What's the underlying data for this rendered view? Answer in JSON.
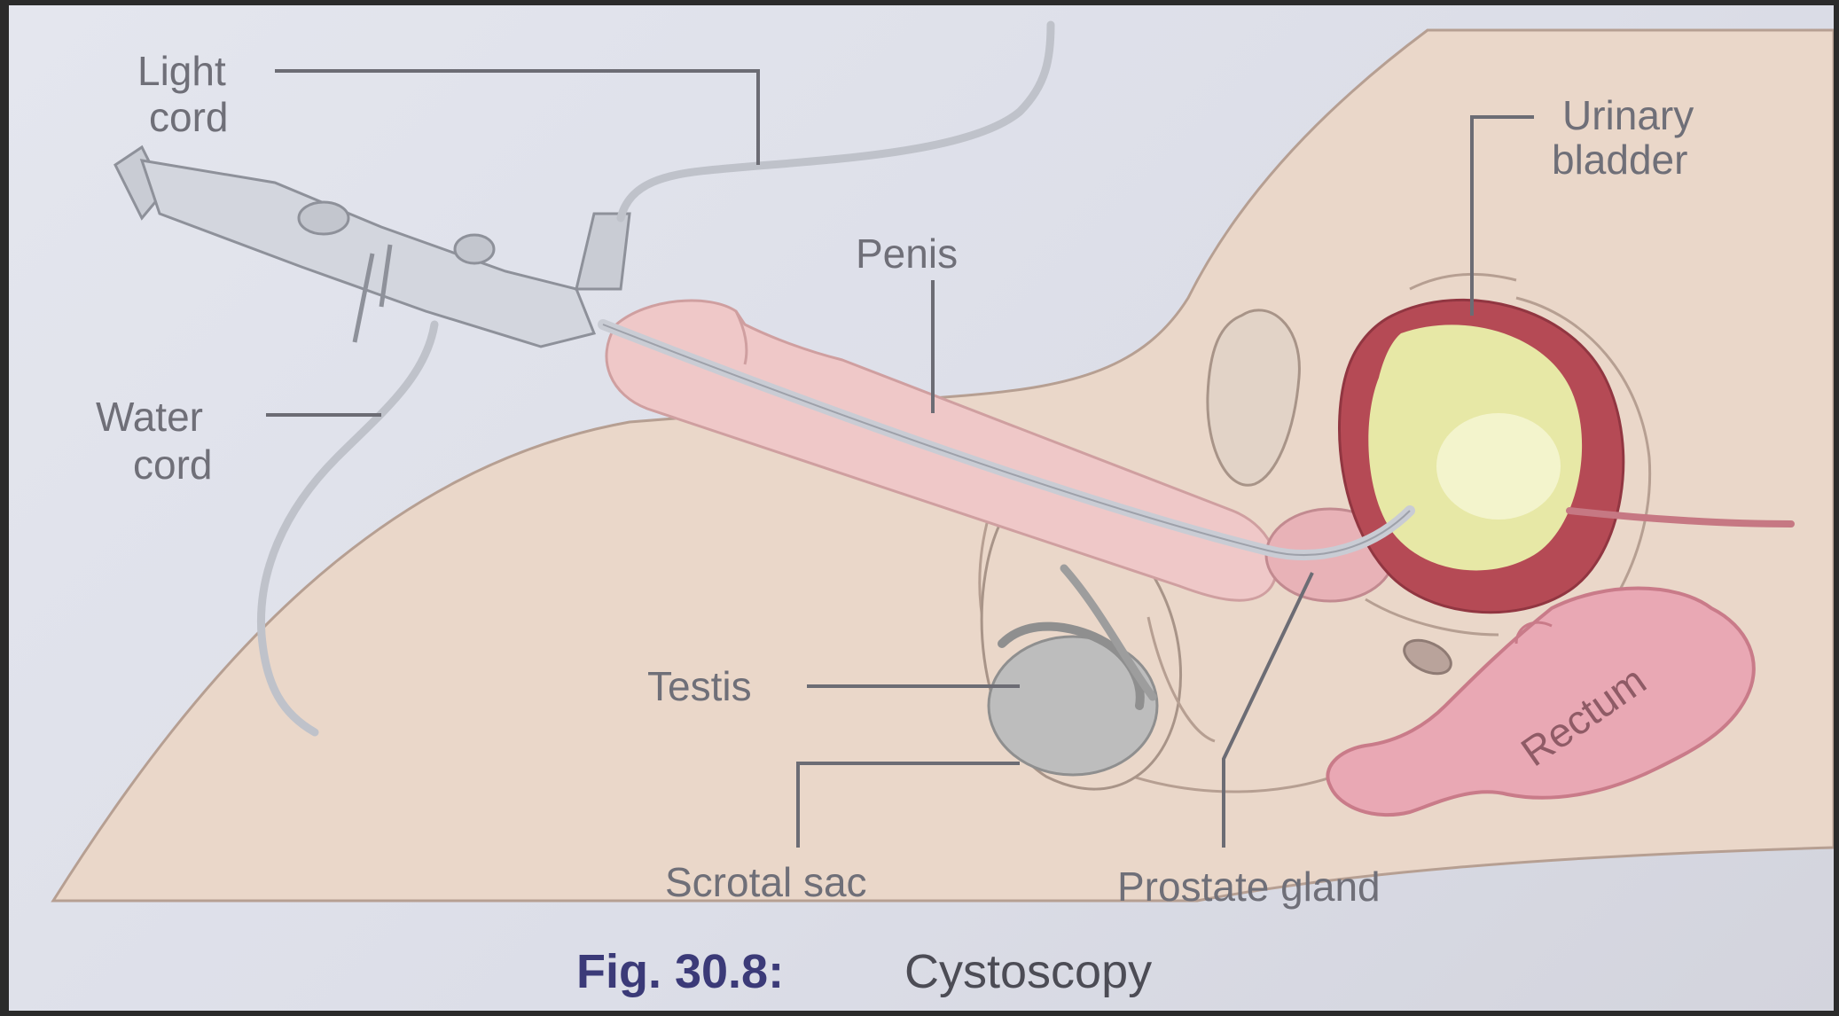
{
  "figure": {
    "caption_number": "Fig. 30.8:",
    "caption_title": "Cystoscopy"
  },
  "labels": {
    "light_cord": [
      "Light",
      "cord"
    ],
    "water_cord": [
      "Water",
      "cord"
    ],
    "penis": "Penis",
    "urinary_bladder": [
      "Urinary",
      "bladder"
    ],
    "testis": "Testis",
    "scrotal_sac": "Scrotal sac",
    "prostate_gland": "Prostate gland",
    "rectum": "Rectum"
  },
  "colors": {
    "skin": "#ecd9cb",
    "penis": "#efc8c8",
    "bladder_wall": "#b54a55",
    "bladder_contents": "#e7e8a6",
    "rectum": "#e9a8b4",
    "testis": "#bdbdbd",
    "instrument": "#c9ccd4",
    "caption_accent": "#3b3a78"
  }
}
